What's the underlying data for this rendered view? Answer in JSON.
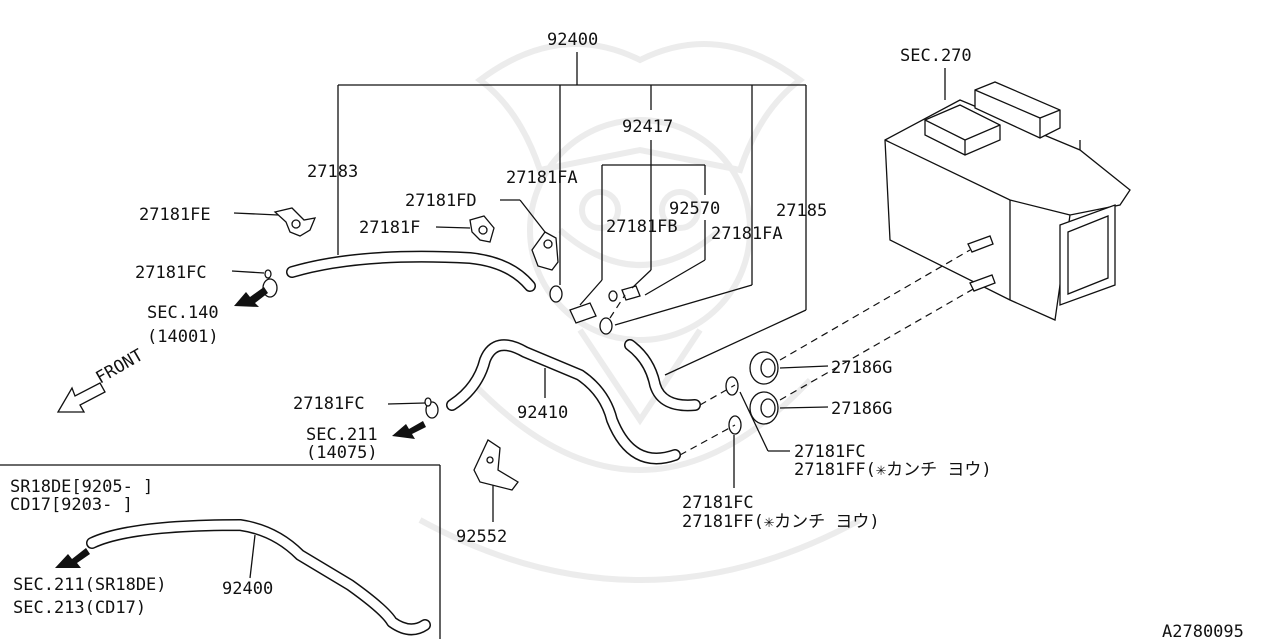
{
  "labels": {
    "p92400_top": "92400",
    "p92417": "92417",
    "sec270": "SEC.270",
    "p27183": "27183",
    "p27181FA_a": "27181FA",
    "p27181FD": "27181FD",
    "p27181FE": "27181FE",
    "p27181F": "27181F",
    "p92570": "92570",
    "p27181FB": "27181FB",
    "p27185": "27185",
    "p27181FA_b": "27181FA",
    "p27181FC_a": "27181FC",
    "sec140": "SEC.140",
    "sec140_sub": "(14001)",
    "front": "FRONT",
    "p27186G_a": "27186G",
    "p27186G_b": "27186G",
    "p27181FC_b": "27181FC",
    "p92410": "92410",
    "sec211": "SEC.211",
    "sec211_sub": "(14075)",
    "p27181FC_c": "27181FC",
    "p27181FF_c": "27181FF(✳カンチ  ヨウ)",
    "p27181FC_d": "27181FC",
    "p27181FF_d": "27181FF(✳カンチ  ヨウ)",
    "p92552": "92552"
  },
  "inset": {
    "line1": "SR18DE[9205-   ]",
    "line2": "CD17[9203-   ]",
    "part": "92400",
    "sec_a": "SEC.211(SR18DE)",
    "sec_b": "SEC.213(CD17)"
  },
  "footer": {
    "ref": "A2780095"
  },
  "icons": {
    "front_arrow": "front-direction-arrow-icon",
    "flow_arrows": "solid-black-arrow-icon",
    "watermark": "samurai-helmet-watermark-icon"
  },
  "colors": {
    "ink": "#111111",
    "background": "#ffffff",
    "watermark": "#ececec"
  }
}
